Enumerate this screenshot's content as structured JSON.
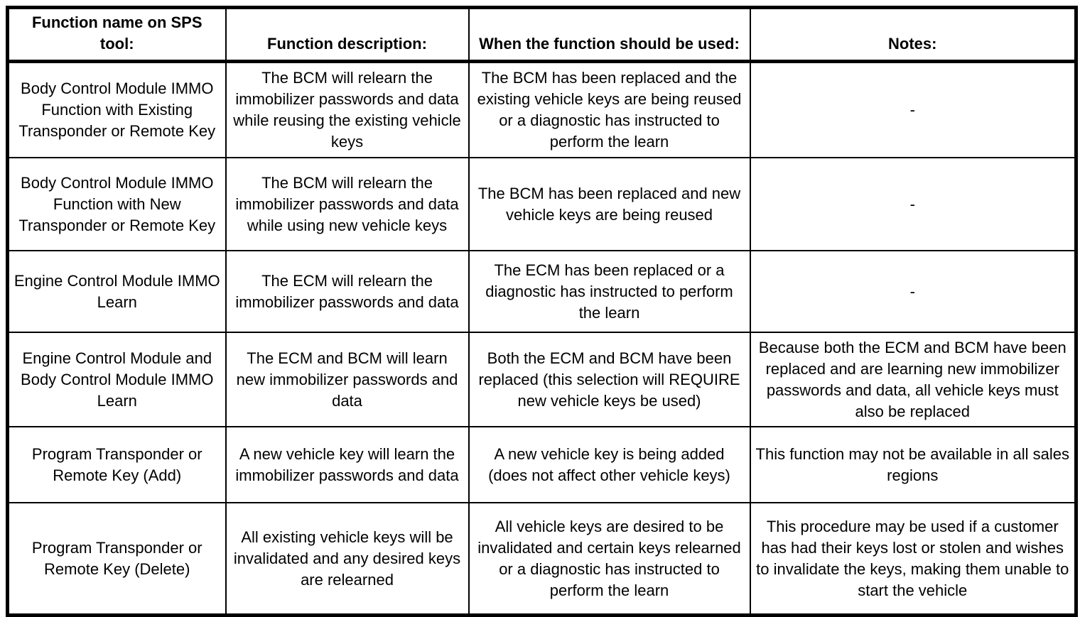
{
  "table": {
    "headers": [
      "Function name on SPS tool:",
      "Function description:",
      "When the function should be used:",
      "Notes:"
    ],
    "rows": [
      {
        "function_name": "Body Control Module IMMO Function with Existing Transponder or Remote Key",
        "description": "The BCM will relearn the immobilizer passwords and data while reusing the existing vehicle keys",
        "when_used": "The BCM has been replaced and the existing vehicle keys are being reused or a diagnostic has instructed to perform the learn",
        "notes": "-"
      },
      {
        "function_name": "Body Control Module IMMO Function with New Transponder or Remote Key",
        "description": "The BCM will relearn the immobilizer passwords and data while using new vehicle keys",
        "when_used": "The BCM has been replaced and new vehicle keys are being reused",
        "notes": "-"
      },
      {
        "function_name": "Engine Control Module IMMO Learn",
        "description": "The ECM will relearn the immobilizer passwords and data",
        "when_used": "The ECM has been replaced or a diagnostic has instructed to perform the learn",
        "notes": "-"
      },
      {
        "function_name": "Engine Control Module and Body Control Module IMMO Learn",
        "description": "The ECM and BCM will learn new immobilizer passwords and data",
        "when_used": "Both the ECM and BCM have been replaced (this selection will REQUIRE new vehicle keys be used)",
        "notes": "Because both the ECM and BCM have been replaced and are learning new immobilizer passwords and data, all vehicle keys must also be replaced"
      },
      {
        "function_name": "Program Transponder or Remote Key (Add)",
        "description": "A new vehicle key will learn the immobilizer passwords and data",
        "when_used": "A new vehicle key is being added (does not affect other vehicle keys)",
        "notes": "This function may not be available in all sales regions"
      },
      {
        "function_name": "Program Transponder or Remote Key (Delete)",
        "description": "All existing vehicle keys will be invalidated and any desired keys are relearned",
        "when_used": "All vehicle keys are desired to be invalidated and certain keys relearned or a diagnostic has instructed to perform the learn",
        "notes": "This procedure may be used if a customer has had their keys lost or stolen and wishes to invalidate the keys, making them unable to start the vehicle"
      }
    ]
  }
}
